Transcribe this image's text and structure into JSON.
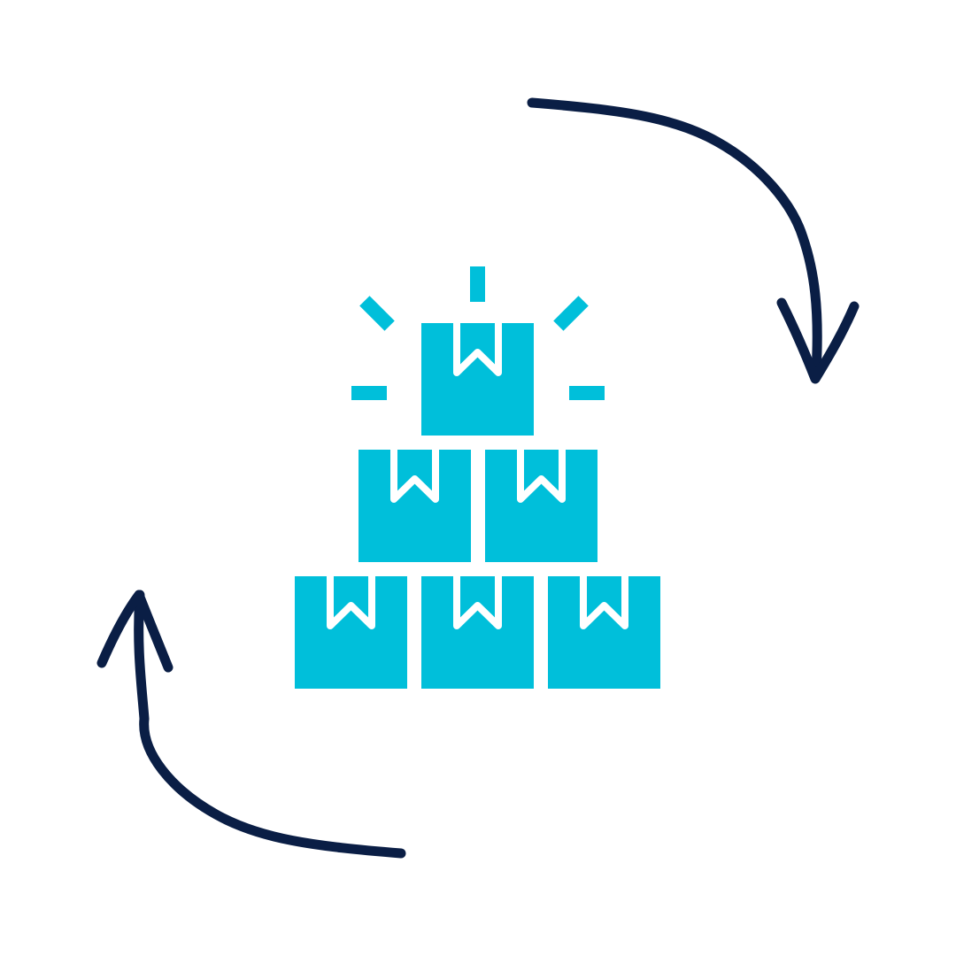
{
  "illustration": {
    "icons": {
      "main": "stacked-boxes-icon",
      "sparkle": "sparkle-icon",
      "arrow": "curved-arrow-icon"
    },
    "box_stack": {
      "rows": [
        1,
        2,
        3
      ],
      "total_boxes": 6
    },
    "colors": {
      "background": "#ffffff",
      "box": "#00BFDA",
      "tape": "#ffffff",
      "arrow": "#0A1E45"
    }
  }
}
